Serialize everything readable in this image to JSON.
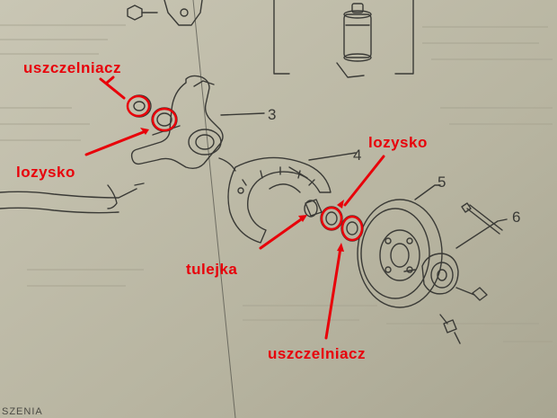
{
  "annotations": {
    "seal_top": "uszczelniacz",
    "bearing_left": "lozysko",
    "bearing_right": "lozysko",
    "bushing": "tulejka",
    "seal_bottom": "uszczelniacz"
  },
  "part_numbers": {
    "knuckle": "3",
    "shield": "4",
    "disc": "5",
    "hub": "6"
  },
  "footer_text": "SZENIA",
  "colors": {
    "annotation": "#e8000a",
    "paper": "#bdb9a6",
    "ink": "#3a3a36"
  }
}
